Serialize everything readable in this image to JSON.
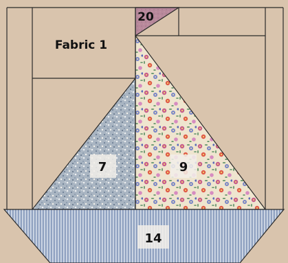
{
  "colors": {
    "background": "#d9c4ad",
    "line": "#2a2a2a",
    "small_corner_fabric": "#b7899a",
    "sail_left_fabric": "#a3b0be",
    "sail_right_fabric": "#eee3cc",
    "hull_fabric": "#98a9c6",
    "label_box": "#f2efe9"
  },
  "patterns": {
    "sail_left": "small blue and cream speckle print",
    "sail_right": "multicolor floral print on cream",
    "hull": "blue and white vertical pinstripe"
  },
  "labels": {
    "fabric1": "Fabric 1",
    "corner": "20",
    "sail_left": "7",
    "sail_right": "9",
    "hull": "14"
  }
}
